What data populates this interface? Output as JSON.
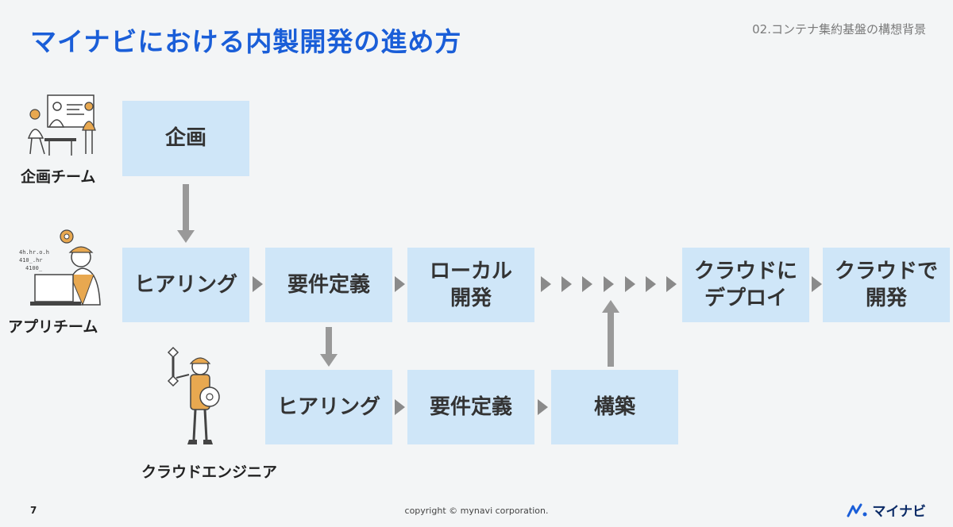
{
  "header": {
    "title": "マイナビにおける内製開発の進め方",
    "section": "02.コンテナ集約基盤の構想背景"
  },
  "teams": {
    "planning": "企画チーム",
    "app": "アプリチーム",
    "cloud": "クラウドエンジニア"
  },
  "boxes": {
    "plan": "企画",
    "app_hearing": "ヒアリング",
    "app_requirements": "要件定義",
    "app_local_dev": "ローカル\n開発",
    "app_cloud_deploy": "クラウドに\nデプロイ",
    "app_cloud_dev": "クラウドで\n開発",
    "cloud_hearing": "ヒアリング",
    "cloud_requirements": "要件定義",
    "cloud_build": "構築"
  },
  "footer": {
    "page": "7",
    "copyright": "copyright © mynavi corporation.",
    "logo_text": "マイナビ"
  },
  "colors": {
    "title": "#1a5ed8",
    "box": "#cfe6f8",
    "arrow": "#8a8a8a",
    "illustration_accent": "#e8a850"
  }
}
